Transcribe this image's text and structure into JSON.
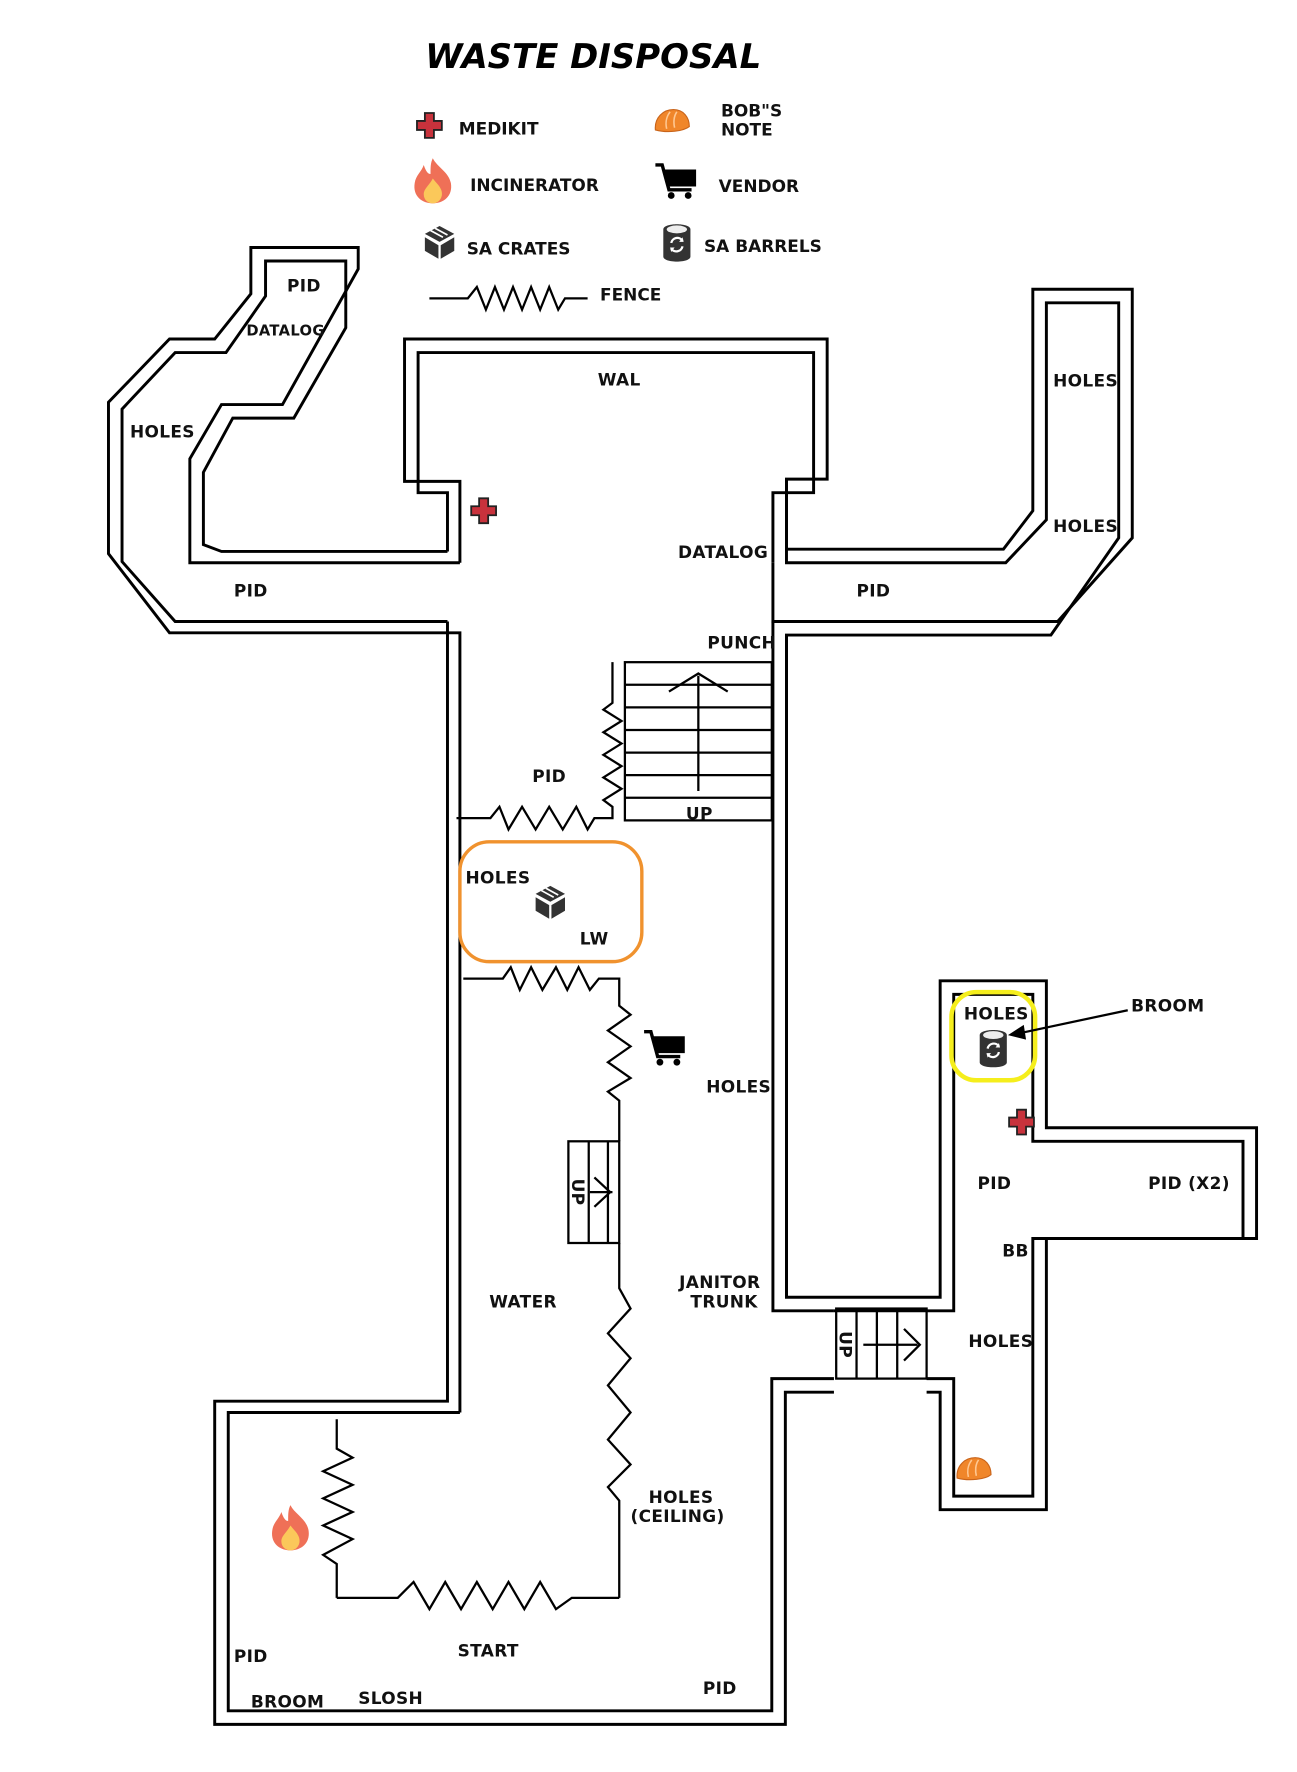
{
  "title": "WASTE DISPOSAL",
  "legend": {
    "medikit": "MEDIKIT",
    "bobs_note_line1": "BOB\"S",
    "bobs_note_line2": "NOTE",
    "incinerator": "INCINERATOR",
    "vendor": "VENDOR",
    "sa_crates": "SA CRATES",
    "sa_barrels": "SA BARRELS",
    "fence": "FENCE"
  },
  "colors": {
    "medikit": "#c8323c",
    "helmet": "#f0862a",
    "fire_outer": "#ef7057",
    "fire_inner": "#fbc85a",
    "highlight_orange": "#f0922e",
    "highlight_yellow": "#f5ee1c",
    "icon_dark": "#333333"
  },
  "labels": {
    "nw_pid": "PID",
    "nw_datalog": "DATALOG",
    "nw_holes": "HOLES",
    "wal": "WAL",
    "datalog_center": "DATALOG",
    "ne_holes_top": "HOLES",
    "ne_holes_bottom": "HOLES",
    "pid_left_corridor": "PID",
    "pid_right_corridor": "PID",
    "punch": "PUNCH",
    "stairs_up_top": "UP",
    "pid_fence": "PID",
    "lw_holes": "HOLES",
    "lw": "LW",
    "holes_center": "HOLES",
    "stairs_up_mid": "UP",
    "water": "WATER",
    "janitor_line1": "JANITOR",
    "janitor_line2": "TRUNK",
    "holes_ceiling_line1": "HOLES",
    "holes_ceiling_line2": "(CEILING)",
    "start": "START",
    "pid_bottom_left": "PID",
    "broom_bottom": "BROOM",
    "slosh": "SLOSH",
    "pid_bottom_right": "PID",
    "holes_barrel": "HOLES",
    "broom_callout": "BROOM",
    "pid_east": "PID",
    "pid_x2": "PID (X2)",
    "bb": "BB",
    "stairs_up_east": "UP",
    "holes_east": "HOLES"
  }
}
